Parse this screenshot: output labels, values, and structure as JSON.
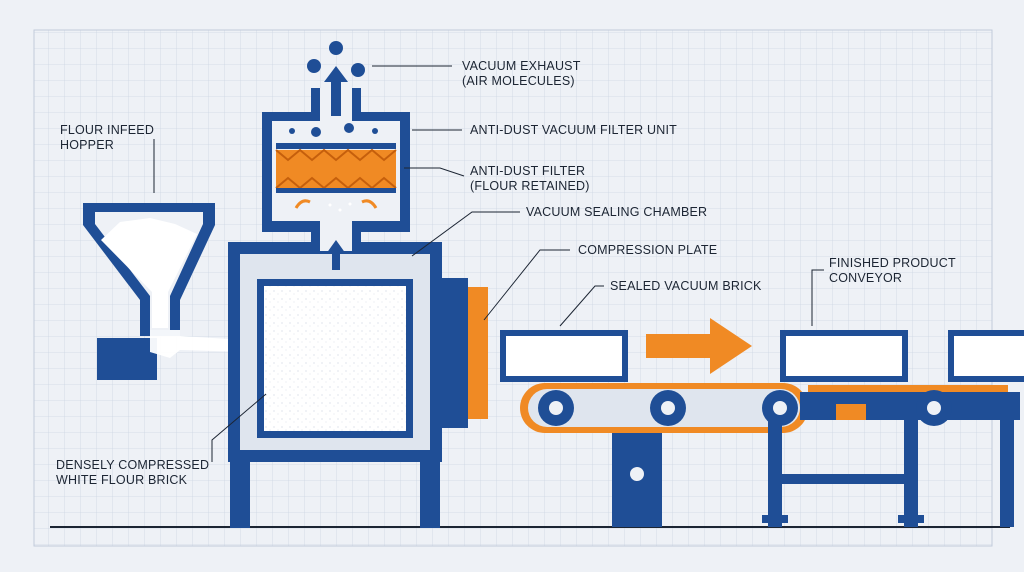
{
  "labels": {
    "vacuum_exhaust": "VACUUM EXHAUST\n(AIR MOLECULES)",
    "filter_unit": "ANTI-DUST VACUUM FILTER UNIT",
    "filter": "ANTI-DUST FILTER\n(FLOUR RETAINED)",
    "sealing_chamber": "VACUUM SEALING CHAMBER",
    "compression_plate": "COMPRESSION PLATE",
    "sealed_brick": "SEALED VACUUM BRICK",
    "finished_conveyor": "FINISHED PRODUCT\nCONVEYOR",
    "infeed_hopper": "FLOUR INFEED\nHOPPER",
    "compressed_brick": "DENSELY COMPRESSED\nWHITE FLOUR BRICK"
  },
  "colors": {
    "machine_blue": "#1f4e96",
    "accent_orange": "#f08a24",
    "flour_white": "#ffffff",
    "background": "#eef1f6",
    "grid": "#c9d3e2"
  }
}
